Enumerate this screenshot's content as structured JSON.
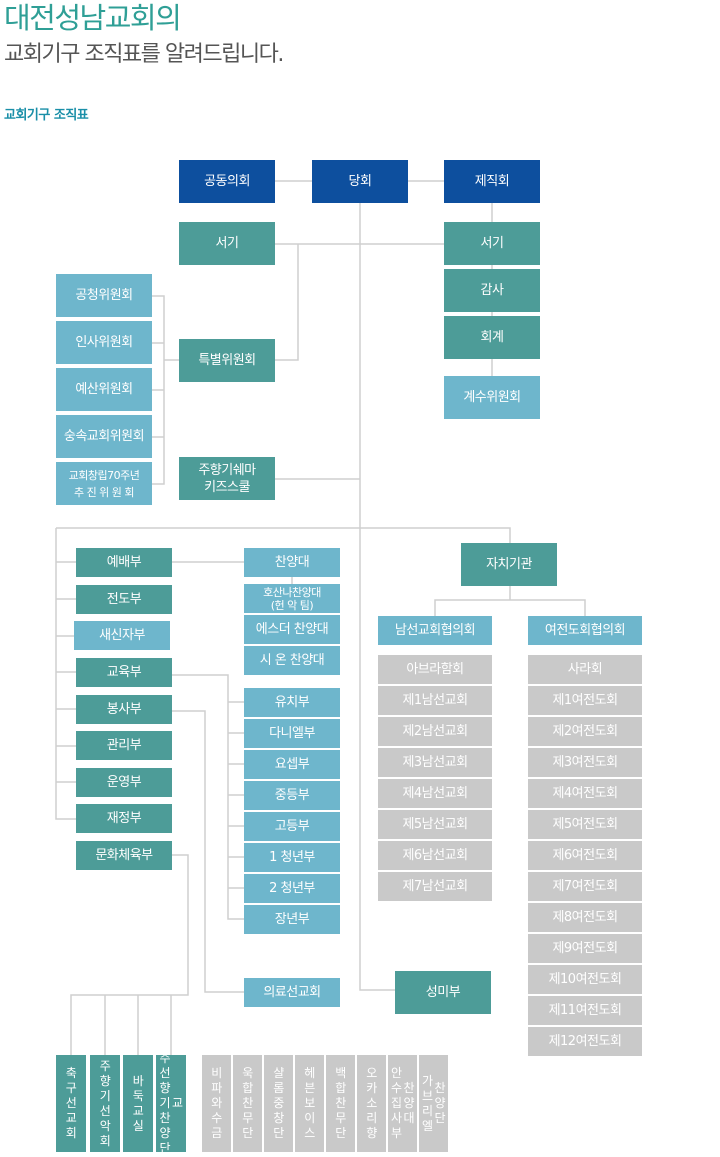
{
  "header": {
    "title": "대전성남교회의",
    "subtitle": "교회기구 조직표를 알려드립니다.",
    "section_label": "교회기구 조직표"
  },
  "colors": {
    "navy": "#0d4f9e",
    "teal": "#4d9c98",
    "sky": "#6eb6cc",
    "gray": "#c9c9c9",
    "line": "#cfcfcf",
    "title": "#2f9f96"
  },
  "chart": {
    "top": [
      "공동의회",
      "당회",
      "제직회"
    ],
    "secretary": "서기",
    "committees": [
      "공청위원회",
      "인사위원회",
      "예산위원회",
      "숭속교회위원회",
      "교회창립70주년\n추 진 위 원 회"
    ],
    "special_committee": "특별위원회",
    "kids_school": "주향기쉐마\n키즈스쿨",
    "deacons": [
      "서기",
      "감사",
      "회계"
    ],
    "accounting_committee": "계수위원회",
    "departments": [
      "예배부",
      "전도부",
      "새신자부",
      "교육부",
      "봉사부",
      "관리부",
      "운영부",
      "재정부",
      "문화체육부"
    ],
    "choirs": [
      "찬양대",
      "호산나찬양대\n(헌 악 팀)",
      "에스더 찬양대",
      "시 온 찬양대"
    ],
    "schools": [
      "유치부",
      "다니엘부",
      "요셉부",
      "중등부",
      "고등부",
      "1 청년부",
      "2 청년부",
      "장년부"
    ],
    "medical_mission": "의료선교회",
    "seongmi": "성미부",
    "autonomous": "자치기관",
    "men_assoc": "남선교회협의회",
    "women_assoc": "여전도회협의회",
    "men_groups": [
      "아브라함회",
      "제1남선교회",
      "제2남선교회",
      "제3남선교회",
      "제4남선교회",
      "제5남선교회",
      "제6남선교회",
      "제7남선교회"
    ],
    "women_groups": [
      "사라회",
      "제1여전도회",
      "제2여전도회",
      "제3여전도회",
      "제4여전도회",
      "제5여전도회",
      "제6여전도회",
      "제7여전도회",
      "제8여전도회",
      "제9여전도회",
      "제10여전도회",
      "제11여전도회",
      "제12여전도회"
    ],
    "bottom_teal": [
      [
        "축구선교회"
      ],
      [
        "주향기선악회"
      ],
      [
        "바둑교실"
      ],
      [
        "주선향기찬양단",
        "교"
      ]
    ],
    "bottom_gray": [
      [
        "비파와수금"
      ],
      [
        "욱합찬무단"
      ],
      [
        "샬롬중창단"
      ],
      [
        "헤븐보이스"
      ],
      [
        "백합찬무단"
      ],
      [
        "오카소리향"
      ],
      [
        "안수집사부",
        "찬양대"
      ],
      [
        "가브리엘",
        "찬양단"
      ]
    ]
  }
}
